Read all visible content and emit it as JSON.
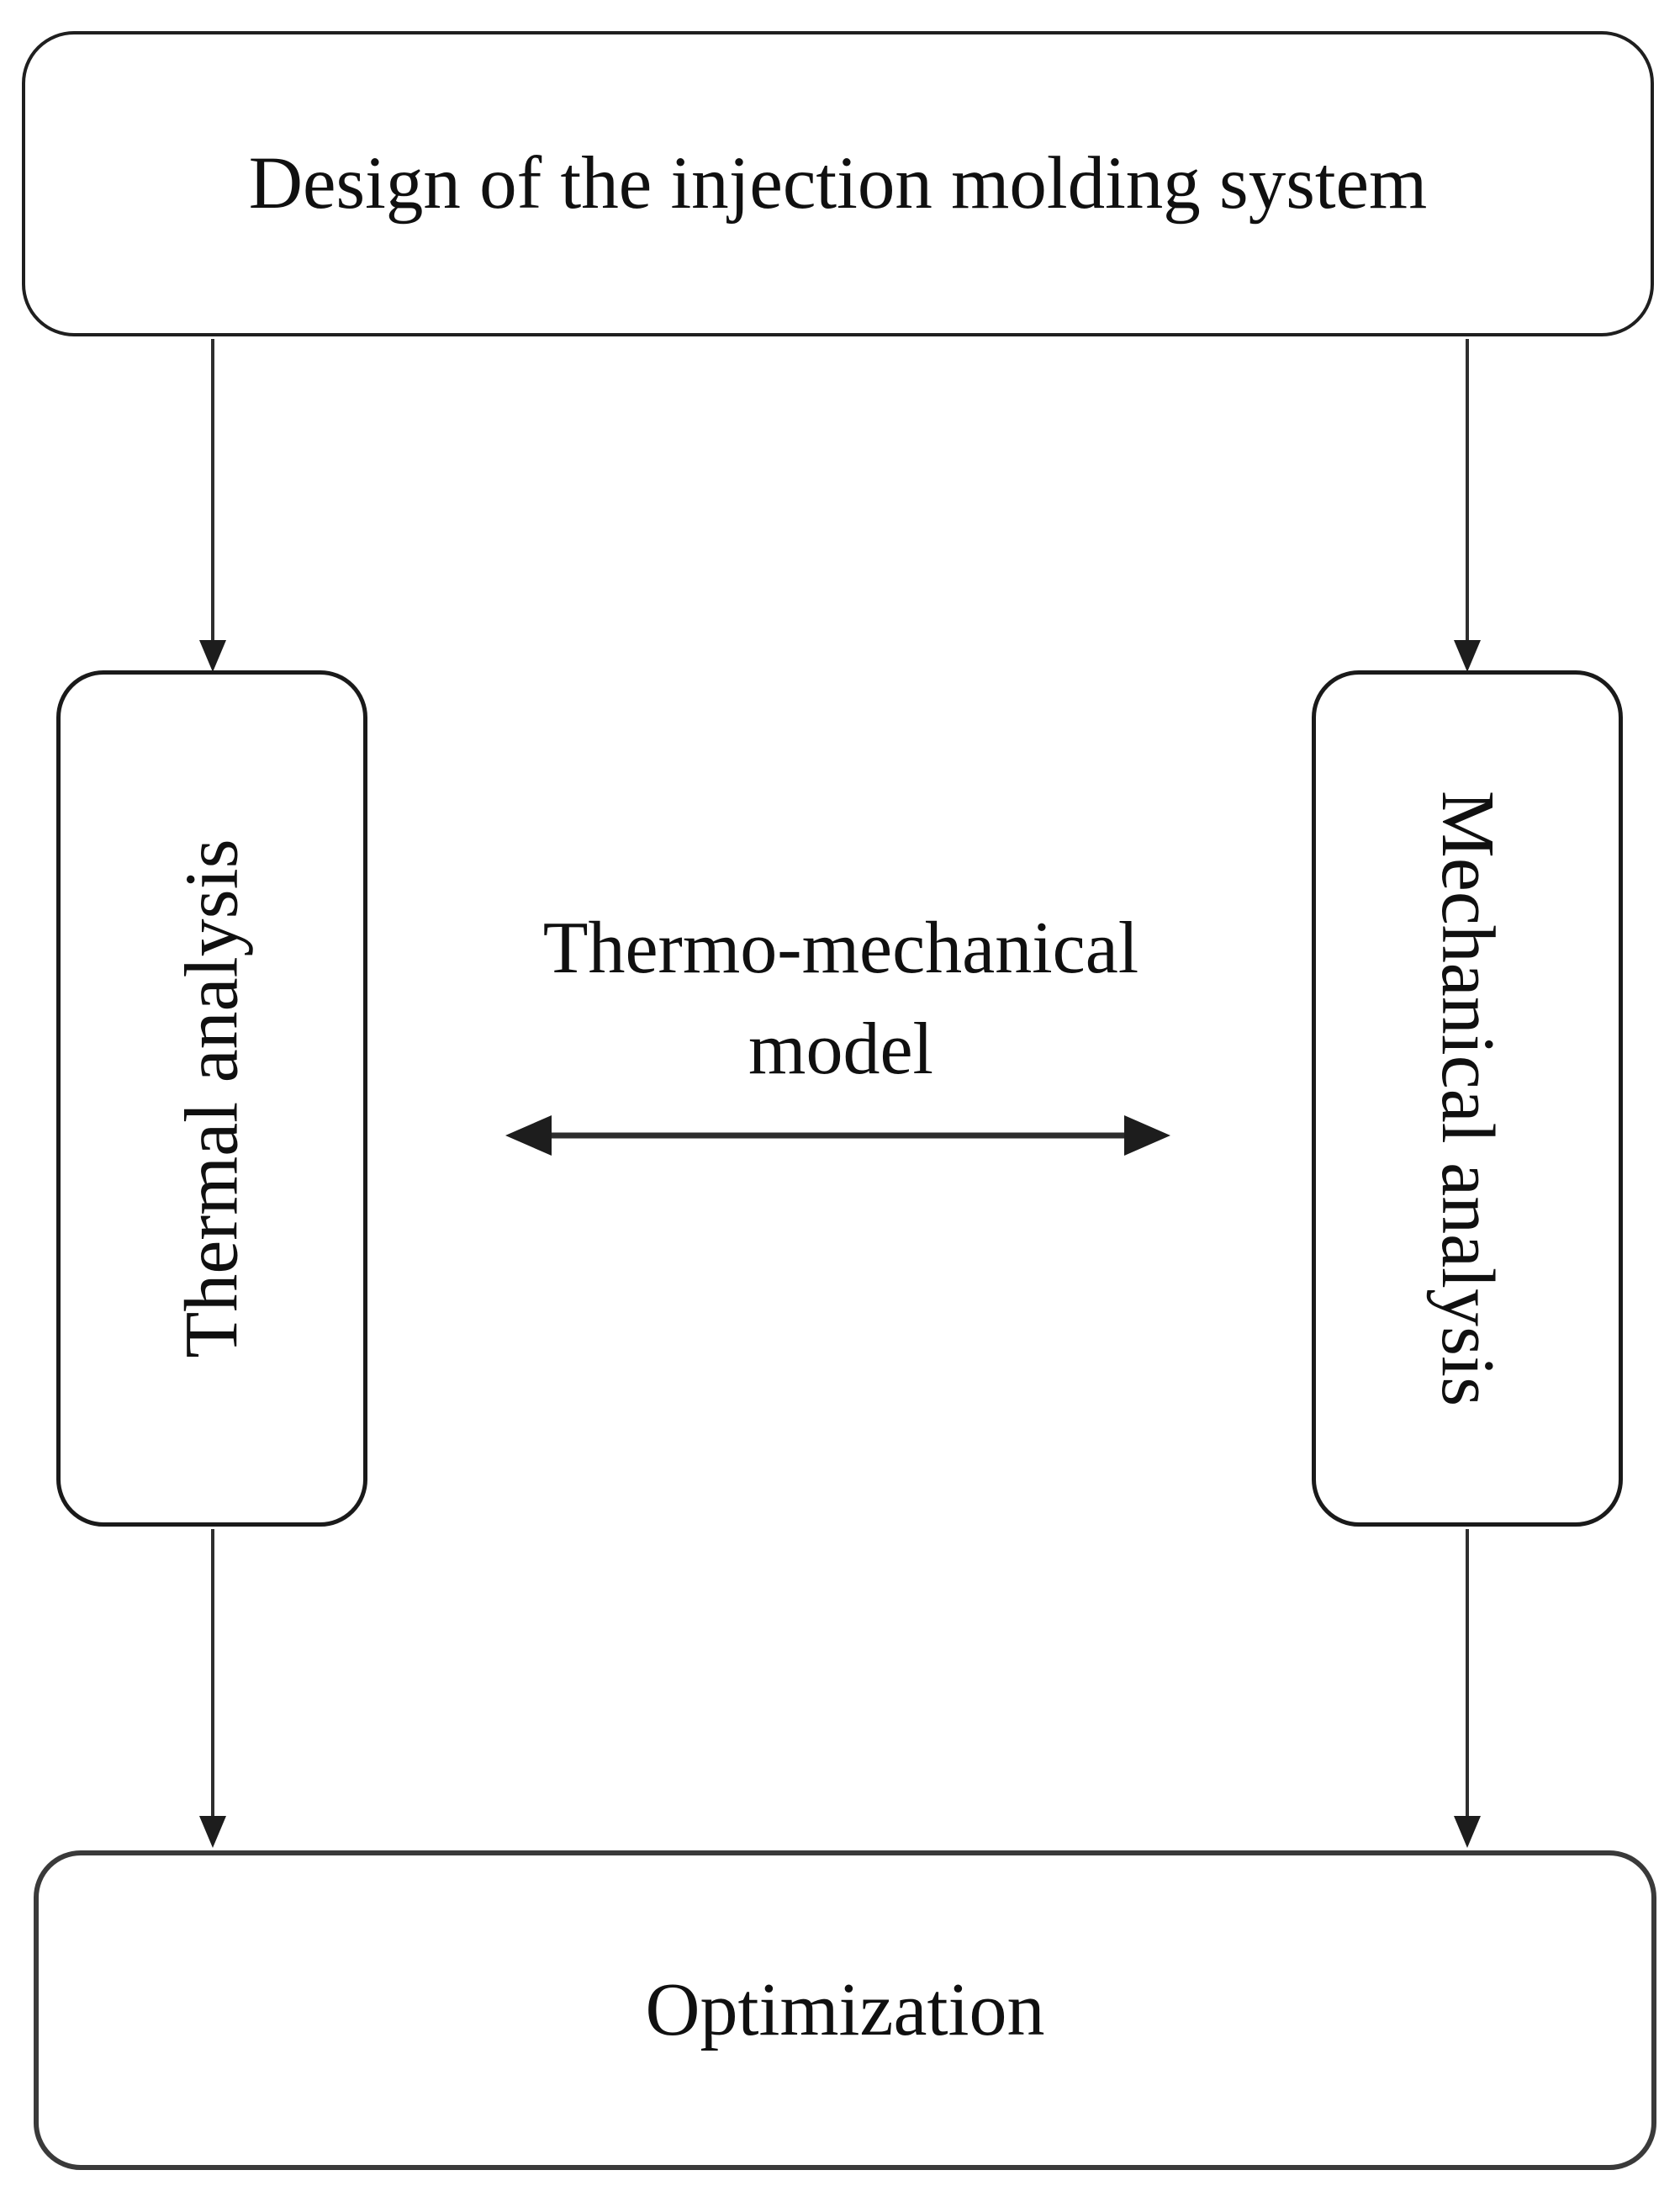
{
  "figure": {
    "type": "flowchart",
    "background_color": "#ffffff",
    "text_color": "#101010",
    "border_color": "#1f1f1f",
    "arrow_color": "#2e2e2e",
    "nodes": {
      "top": {
        "label": "Design of the injection molding system",
        "shape": "rounded-rectangle"
      },
      "left": {
        "label": "Thermal analysis",
        "shape": "rounded-rectangle",
        "text_orientation": "vertical-bottom-to-top"
      },
      "right": {
        "label": "Mechanical analysis",
        "shape": "rounded-rectangle",
        "text_orientation": "vertical-top-to-bottom"
      },
      "center": {
        "label": "Thermo-mechanical model"
      },
      "bottom": {
        "label": "Optimization",
        "shape": "rounded-rectangle"
      }
    },
    "edges": [
      {
        "from": "top",
        "to": "left",
        "style": "single-arrow-down"
      },
      {
        "from": "top",
        "to": "right",
        "style": "single-arrow-down"
      },
      {
        "from": "left",
        "to": "bottom",
        "style": "single-arrow-down"
      },
      {
        "from": "right",
        "to": "bottom",
        "style": "single-arrow-down"
      },
      {
        "from": "left",
        "to": "right",
        "style": "double-headed-arrow",
        "label": "Thermo-mechanical model"
      }
    ]
  }
}
